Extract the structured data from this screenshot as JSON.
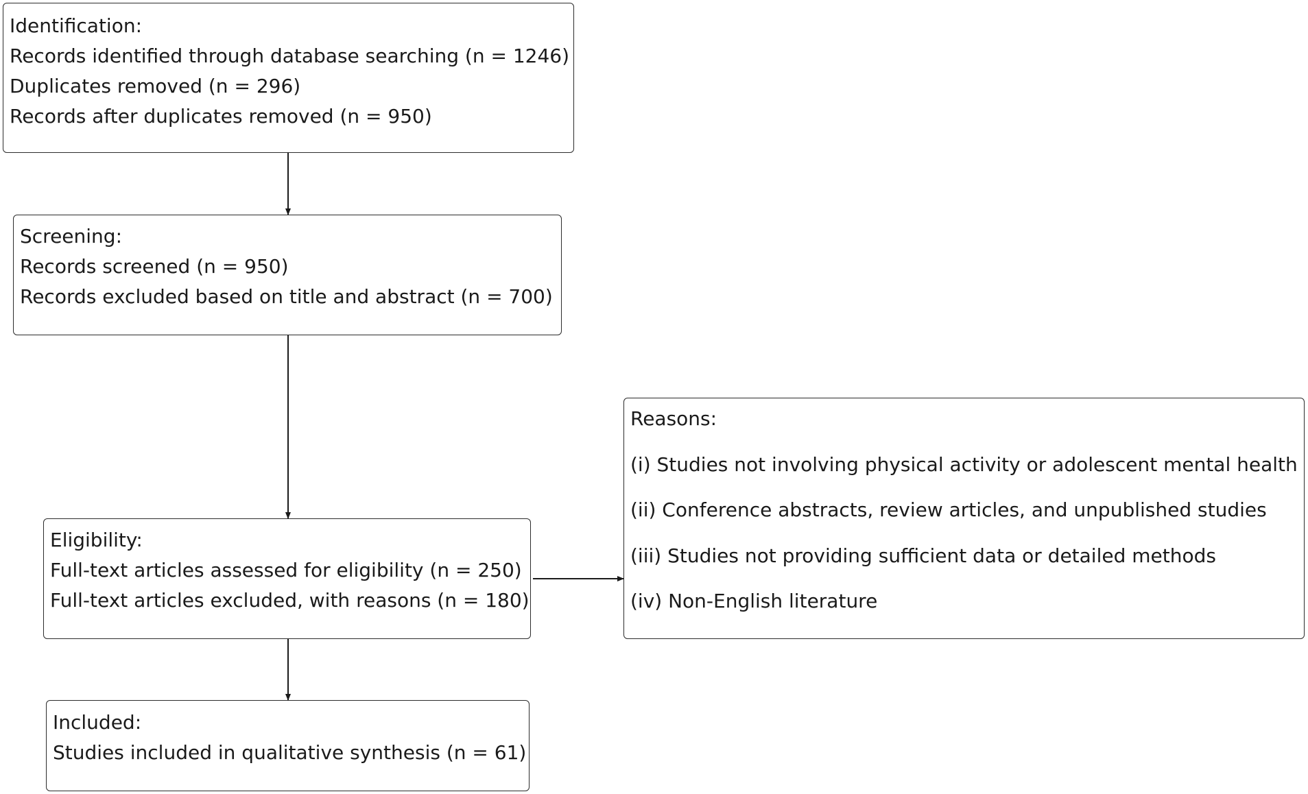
{
  "identification": {
    "heading": "Identification:",
    "lines": [
      "Records identified through database searching (n = 1246)",
      "Duplicates removed (n = 296)",
      "Records after duplicates removed (n = 950)"
    ]
  },
  "screening": {
    "heading": "Screening:",
    "lines": [
      "Records screened (n = 950)",
      "Records excluded based on title and abstract (n = 700)"
    ]
  },
  "eligibility": {
    "heading": "Eligibility:",
    "lines": [
      "Full-text articles assessed for eligibility (n = 250)",
      "Full-text articles excluded, with reasons (n = 180)"
    ]
  },
  "reasons": {
    "heading": "Reasons:",
    "lines": [
      "(i) Studies not involving physical activity or adolescent mental health",
      "(ii) Conference abstracts, review articles, and unpublished studies",
      "(iii) Studies not providing sufficient data or detailed methods",
      "(iv) Non-English literature"
    ]
  },
  "included": {
    "heading": "Included:",
    "lines": [
      "Studies included in qualitative synthesis (n = 61)"
    ]
  }
}
